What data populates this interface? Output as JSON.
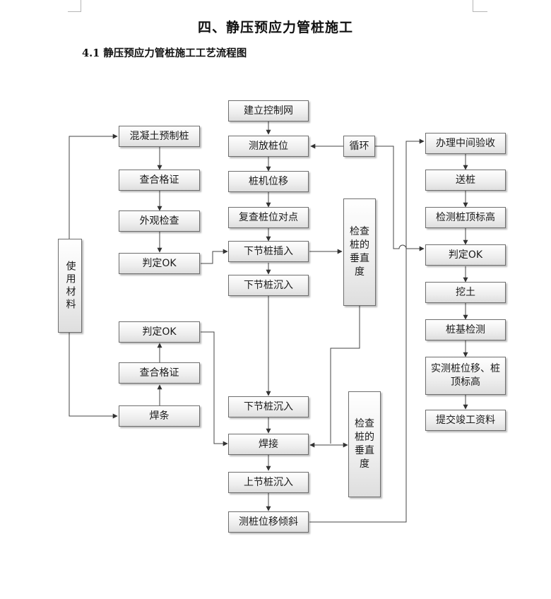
{
  "heading": "四、静压预应力管桩施工",
  "section": "4.1 静压预应力管桩施工工艺流程图",
  "flowchart": {
    "materials_group": {
      "label": "使用材料",
      "concrete": [
        "混凝土预制桩",
        "查合格证",
        "外观检查",
        "判定OK"
      ],
      "electrode": [
        "焊条",
        "查合格证",
        "判定OK"
      ]
    },
    "main_flow": [
      "建立控制网",
      "测放桩位",
      "桩机位移",
      "复查桩位对点",
      "下节桩插入",
      "下节桩沉入",
      "下节桩沉入",
      "焊接",
      "上节桩沉入",
      "测桩位移倾斜"
    ],
    "loop_label": "循环",
    "vertical_check": "检查桩的垂直度",
    "acceptance_flow": [
      "办理中间验收",
      "送桩",
      "检测桩顶标高",
      "判定OK",
      "挖土",
      "桩基检测",
      "实测桩位移、桩顶标高",
      "提交竣工资料"
    ]
  }
}
